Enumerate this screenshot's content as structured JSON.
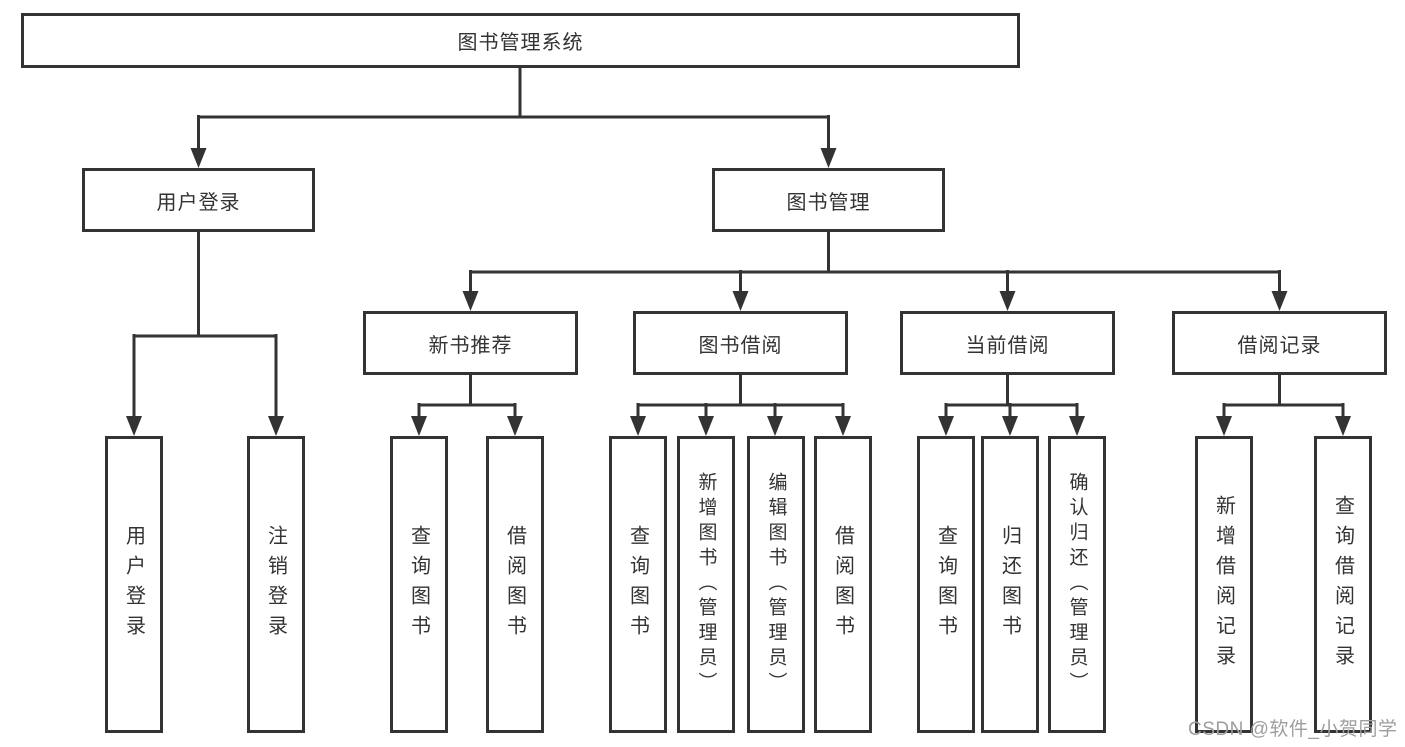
{
  "nodes": {
    "root": "图书管理系统",
    "user_login": "用户登录",
    "book_management": "图书管理",
    "new_book_recommend": "新书推荐",
    "book_borrow": "图书借阅",
    "current_borrow": "当前借阅",
    "borrow_records": "借阅记录"
  },
  "leaves": {
    "user_login": "用户登录",
    "logout": "注销登录",
    "query_book_a": "查询图书",
    "borrow_book_a": "借阅图书",
    "query_book_b": "查询图书",
    "add_book_admin": "新增图书（管理员）",
    "edit_book_admin": "编辑图书（管理员）",
    "borrow_book_b": "借阅图书",
    "query_book_c": "查询图书",
    "return_book": "归还图书",
    "confirm_return_admin": "确认归还（管理员）",
    "add_borrow_record": "新增借阅记录",
    "query_borrow_record": "查询借阅记录"
  },
  "watermark": {
    "text": "CSDN @软件_小贺同学"
  },
  "colors": {
    "line": "#333333",
    "text": "#333333",
    "box_background": "#ffffff",
    "page_background": "#ffffff",
    "watermark": "#9e9e9e"
  }
}
